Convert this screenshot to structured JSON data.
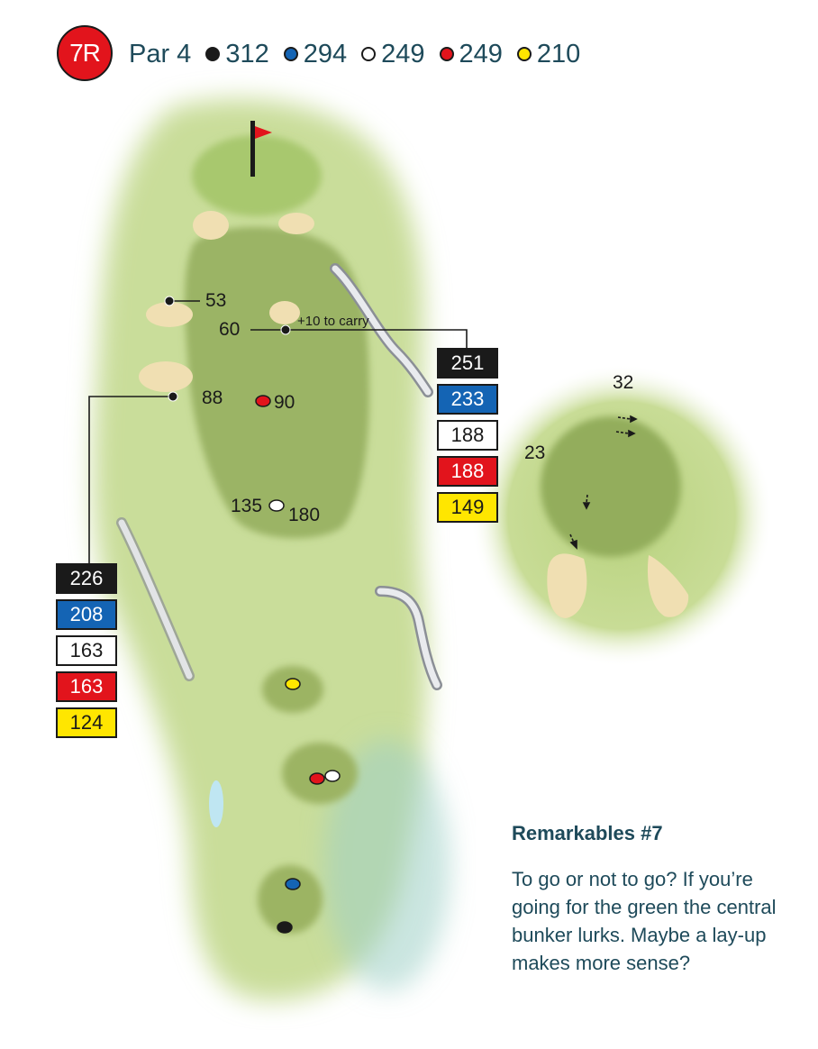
{
  "header": {
    "hole_label": "7R",
    "par_label": "Par 4",
    "tees": [
      {
        "name": "black",
        "color": "#1a1a1a",
        "yardage": "312"
      },
      {
        "name": "blue",
        "color": "#1464b4",
        "yardage": "294"
      },
      {
        "name": "white",
        "color": "#ffffff",
        "yardage": "249"
      },
      {
        "name": "red",
        "color": "#e2141c",
        "yardage": "249"
      },
      {
        "name": "yellow",
        "color": "#ffe600",
        "yardage": "210"
      }
    ]
  },
  "map_labels": {
    "m53": "53",
    "m60": "60",
    "carry_note": "+10 to carry",
    "m88": "88",
    "m90": "90",
    "m135": "135",
    "m180": "180"
  },
  "green_detail": {
    "top_label": "32",
    "left_label": "23"
  },
  "distance_boxes_right": [
    {
      "value": "251",
      "bg": "#1a1a1a",
      "fg": "#ffffff"
    },
    {
      "value": "233",
      "bg": "#1464b4",
      "fg": "#ffffff"
    },
    {
      "value": "188",
      "bg": "#ffffff",
      "fg": "#1a1a1a"
    },
    {
      "value": "188",
      "bg": "#e2141c",
      "fg": "#ffffff"
    },
    {
      "value": "149",
      "bg": "#ffe600",
      "fg": "#1a1a1a"
    }
  ],
  "distance_boxes_left": [
    {
      "value": "226",
      "bg": "#1a1a1a",
      "fg": "#ffffff"
    },
    {
      "value": "208",
      "bg": "#1464b4",
      "fg": "#ffffff"
    },
    {
      "value": "163",
      "bg": "#ffffff",
      "fg": "#1a1a1a"
    },
    {
      "value": "163",
      "bg": "#e2141c",
      "fg": "#ffffff"
    },
    {
      "value": "124",
      "bg": "#ffe600",
      "fg": "#1a1a1a"
    }
  ],
  "description": {
    "title": "Remarkables #7",
    "body": "To go or not to go? If you’re going for the green the central bunker lurks. Maybe a lay-up makes more sense?"
  }
}
